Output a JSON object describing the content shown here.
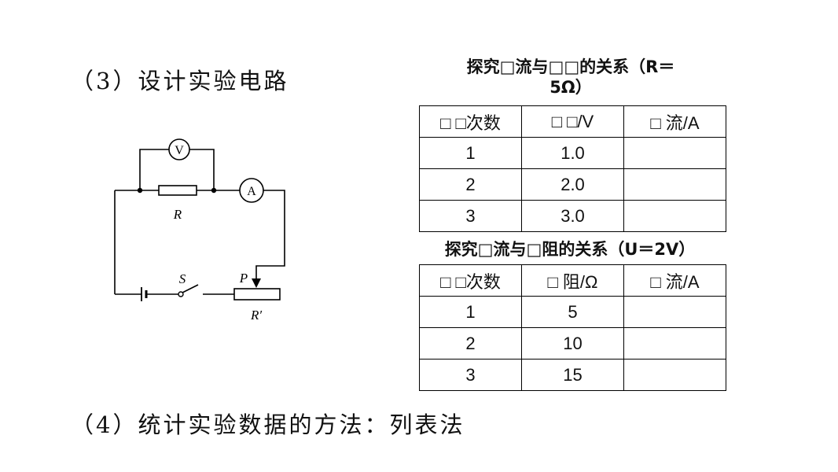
{
  "headings": {
    "step3": "（3）设计实验电路",
    "step4": "（4）统计实验数据的方法：列表法"
  },
  "circuit": {
    "voltmeter": "V",
    "ammeter": "A",
    "resistor": "R",
    "switch": "S",
    "slider": "P",
    "rheostat": "R′"
  },
  "table1": {
    "title_line1": "探究□流与□□的关系（R＝",
    "title_line2": "5Ω）",
    "headers": [
      "□ □次数",
      "□ □/V",
      "□ 流/A"
    ],
    "rows": [
      [
        "1",
        "1.0",
        ""
      ],
      [
        "2",
        "2.0",
        ""
      ],
      [
        "3",
        "3.0",
        ""
      ]
    ]
  },
  "table2": {
    "title": "探究□流与□阻的关系（U＝2V）",
    "headers": [
      "□ □次数",
      "□ 阻/Ω",
      "□ 流/A"
    ],
    "rows": [
      [
        "1",
        "5",
        ""
      ],
      [
        "2",
        "10",
        ""
      ],
      [
        "3",
        "15",
        ""
      ]
    ]
  }
}
